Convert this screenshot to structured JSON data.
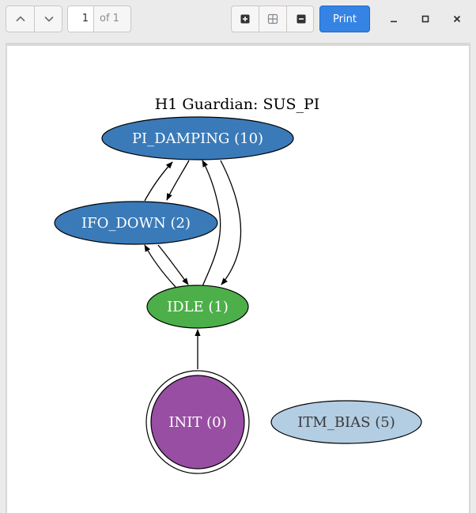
{
  "toolbar": {
    "page_current": "1",
    "page_total_label": "of 1",
    "print_label": "Print",
    "icons": {
      "prev": "chevron-up-icon",
      "next": "chevron-down-icon",
      "zoom_in": "zoom-in-icon",
      "zoom_fit": "zoom-fit-icon",
      "zoom_out": "zoom-out-icon",
      "minimize": "minimize-icon",
      "maximize": "maximize-icon",
      "close": "close-icon"
    },
    "accent_color": "#3584e4"
  },
  "graph": {
    "title": "H1 Guardian: SUS_PI",
    "nodes": {
      "pi_damping": {
        "label": "PI_DAMPING (10)",
        "fill": "#3a7ab8"
      },
      "ifo_down": {
        "label": "IFO_DOWN (2)",
        "fill": "#3a7ab8"
      },
      "idle": {
        "label": "IDLE (1)",
        "fill": "#4daf4a"
      },
      "init": {
        "label": "INIT (0)",
        "fill": "#984ea3"
      },
      "itm_bias": {
        "label": "ITM_BIAS (5)",
        "fill": "#b3cde3"
      }
    }
  }
}
